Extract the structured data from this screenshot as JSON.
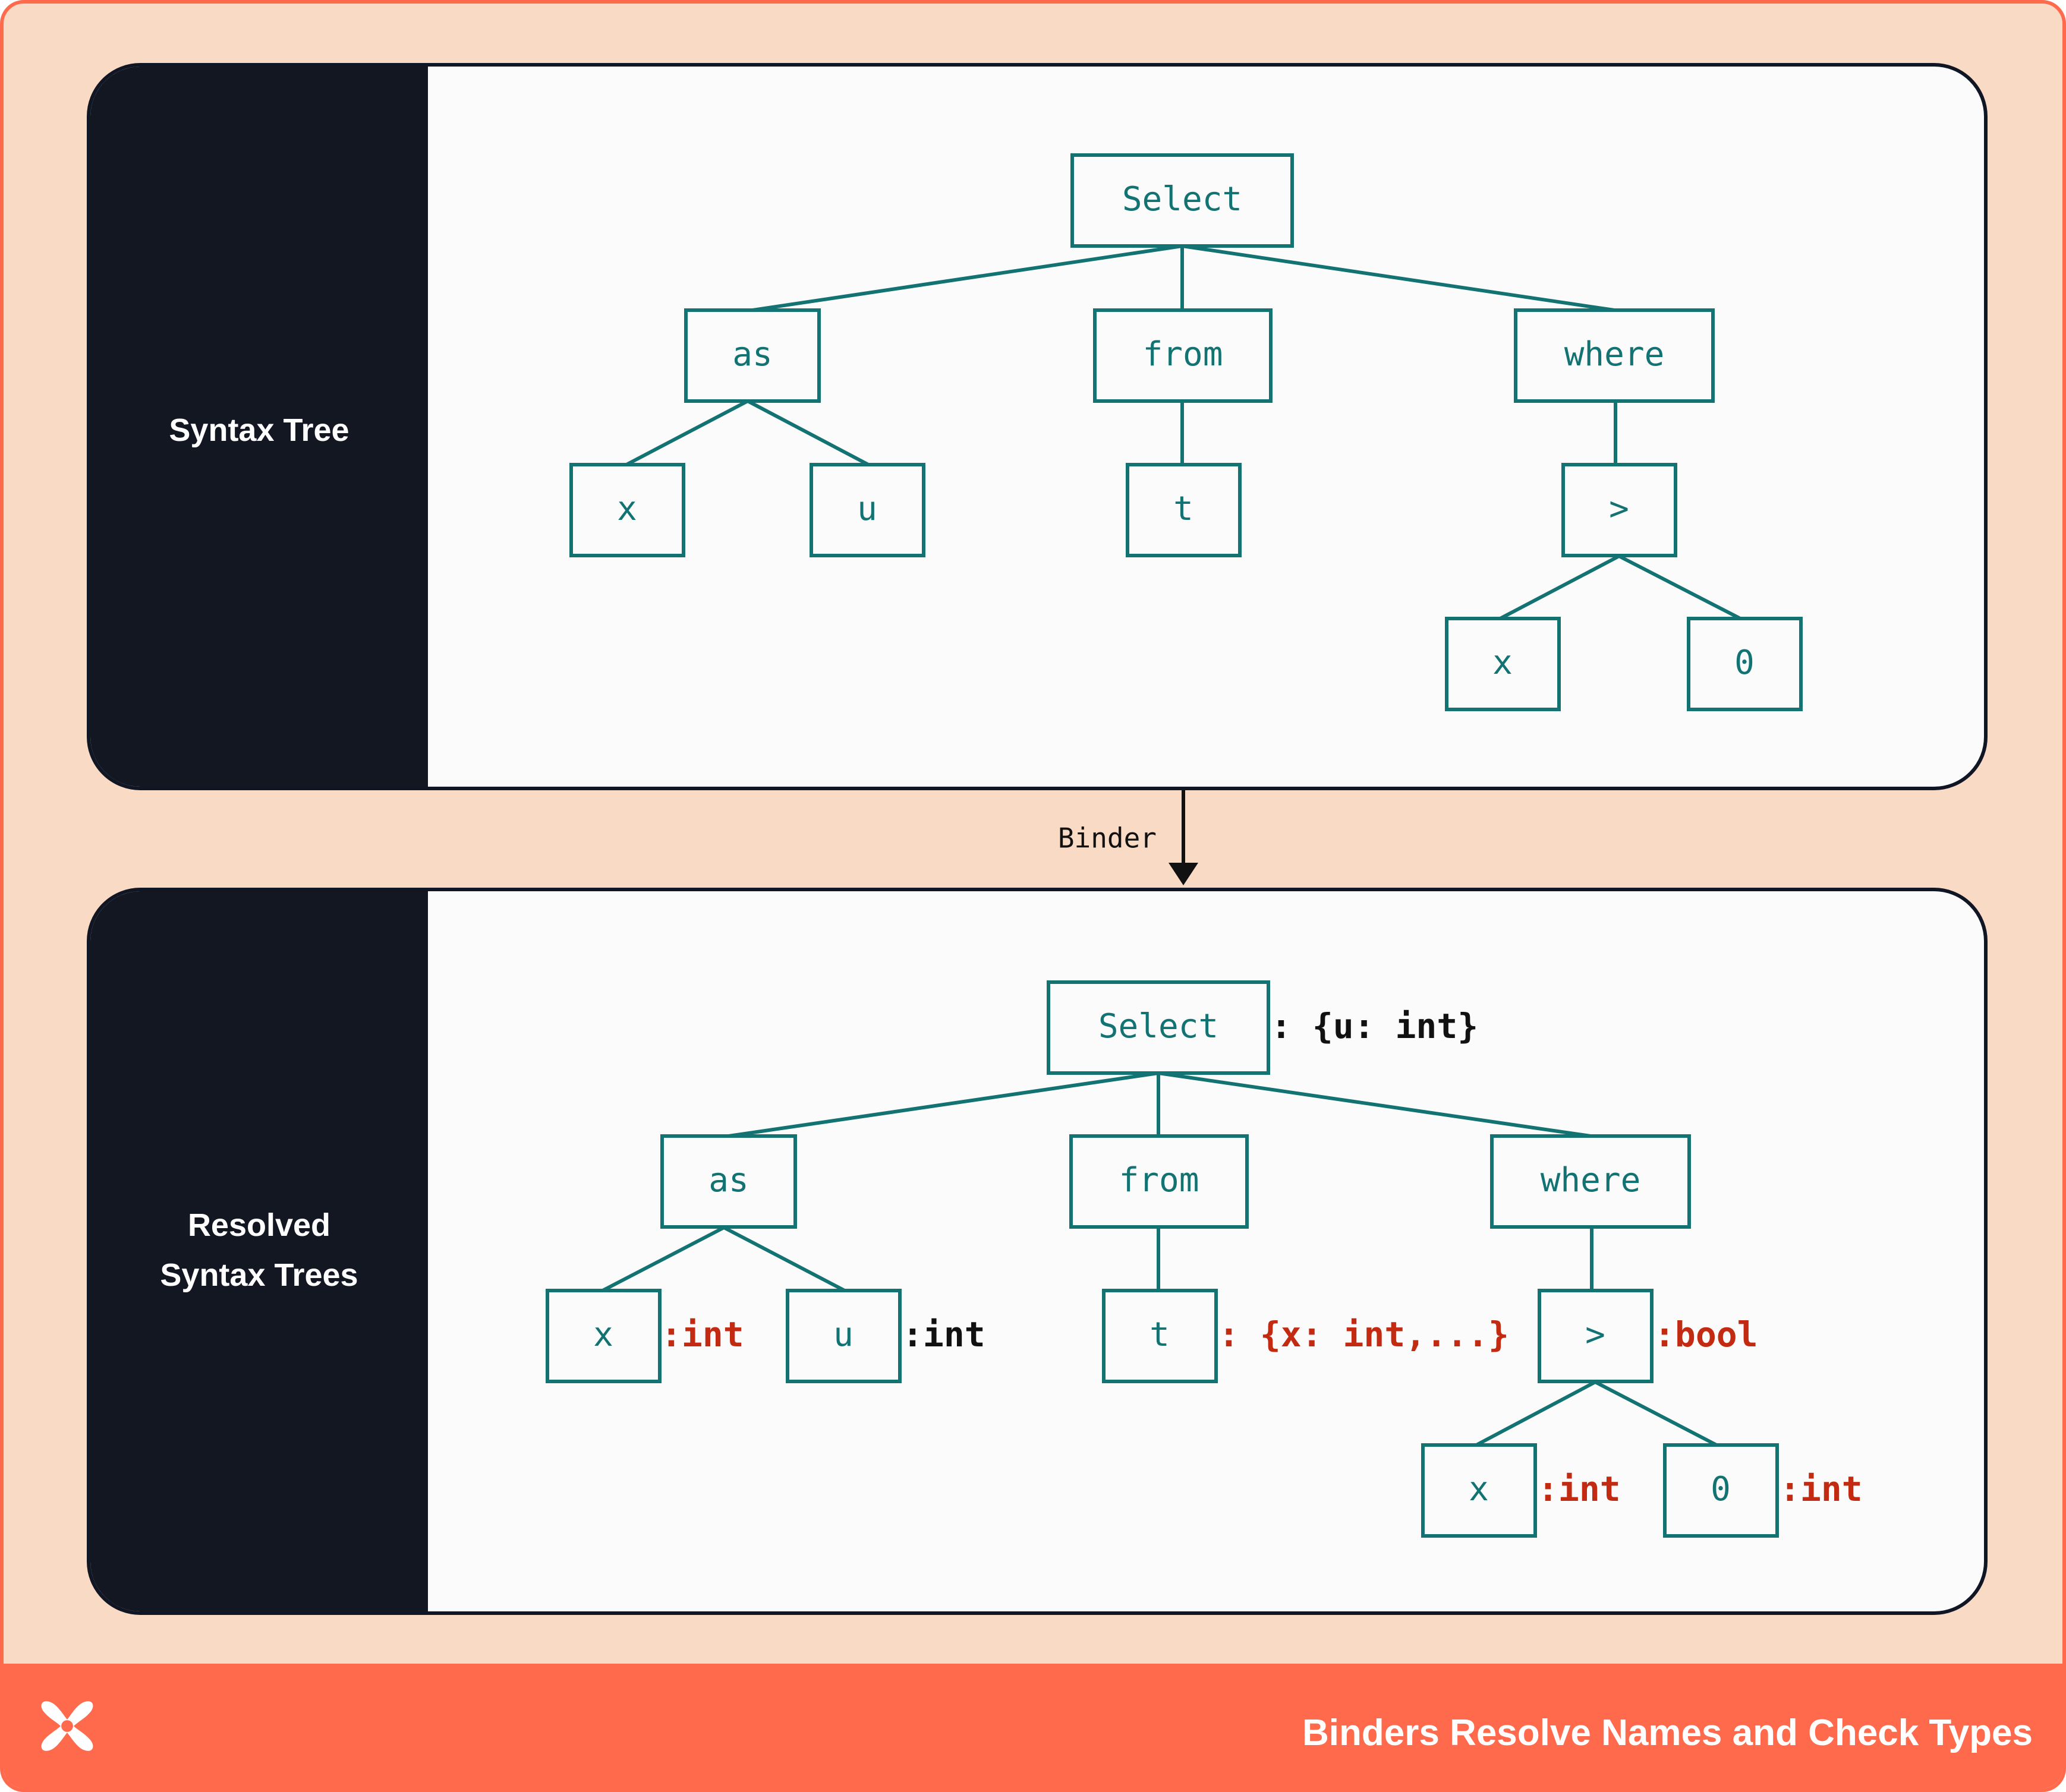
{
  "colors": {
    "background": "#f9dac5",
    "accent": "#ff6a4d",
    "panel_side": "#131722",
    "node": "#137272",
    "type_red": "#c22a12",
    "type_black": "#111111"
  },
  "top_panel": {
    "label": "Syntax Tree",
    "nodes": {
      "select": "Select",
      "as": "as",
      "from": "from",
      "where": "where",
      "x": "x",
      "u": "u",
      "t": "t",
      "gt": ">",
      "x2": "x",
      "zero": "0"
    }
  },
  "binder": {
    "label": "Binder"
  },
  "bottom_panel": {
    "label_line1": "Resolved",
    "label_line2": "Syntax Trees",
    "nodes": {
      "select": "Select",
      "as": "as",
      "from": "from",
      "where": "where",
      "x": "x",
      "u": "u",
      "t": "t",
      "gt": ">",
      "x2": "x",
      "zero": "0"
    },
    "annotations": {
      "select": ": {u: int}",
      "x": ":int",
      "u": ":int",
      "t": ": {x: int,...}",
      "gt": ":bool",
      "x2": ":int",
      "zero": ":int"
    }
  },
  "footer": {
    "title": "Binders Resolve Names and Check Types",
    "logo_icon": "x-logo-icon"
  }
}
